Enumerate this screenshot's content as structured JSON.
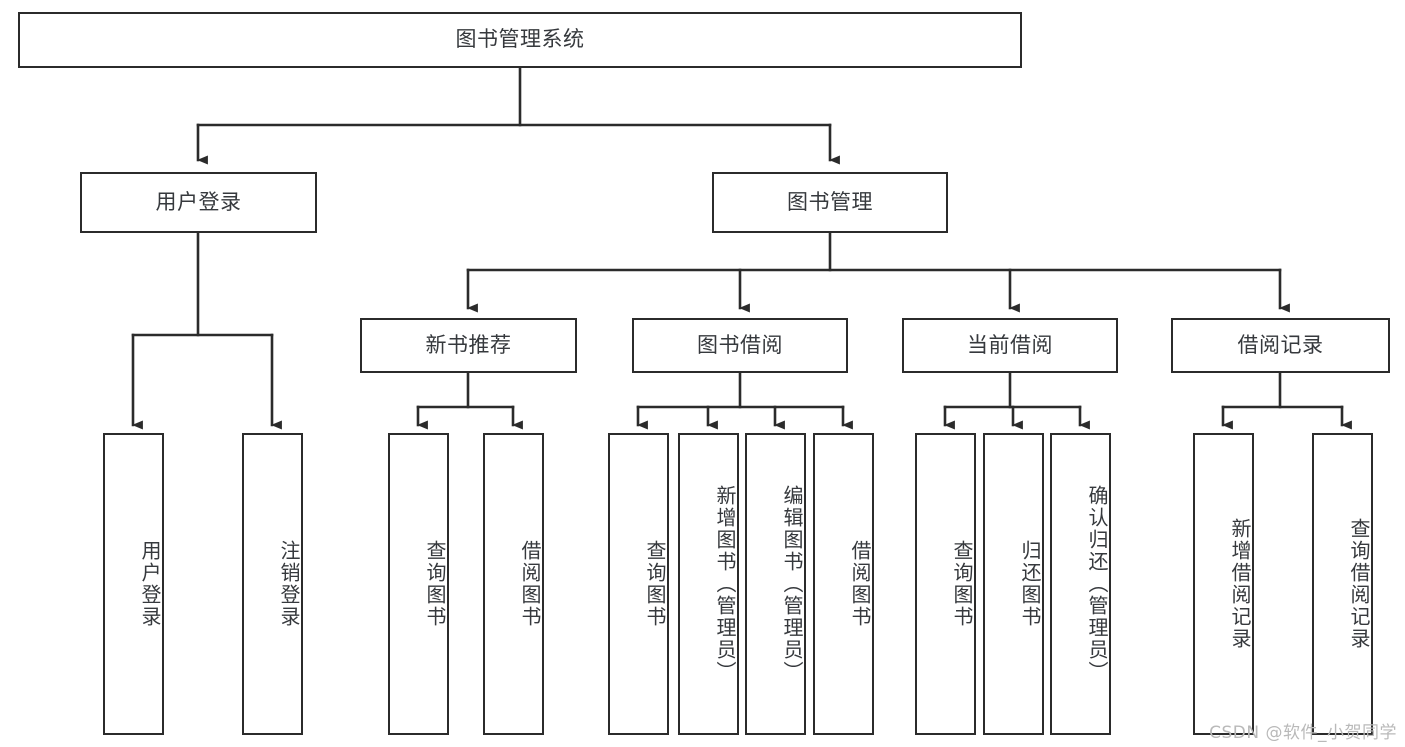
{
  "diagram": {
    "title": "图书管理系统",
    "type": "tree-hierarchy",
    "orientation": "top-down",
    "colors": {
      "box_border": "#2b2b2b",
      "box_fill": "#ffffff",
      "text": "#36393d",
      "edge": "#2b2b2b",
      "background": "#ffffff",
      "watermark": "#b9b9b9"
    }
  },
  "watermark": {
    "text": "CSDN @软件_小贺同学"
  },
  "nodes": {
    "root": {
      "label": "图书管理系统",
      "level": 1
    },
    "l2": [
      {
        "id": "user-login",
        "label": "用户登录",
        "level": 2
      },
      {
        "id": "book-manage",
        "label": "图书管理",
        "level": 2
      }
    ],
    "l3": [
      {
        "id": "new-book-recommend",
        "label": "新书推荐",
        "level": 3
      },
      {
        "id": "book-borrow",
        "label": "图书借阅",
        "level": 3
      },
      {
        "id": "current-borrow",
        "label": "当前借阅",
        "level": 3
      },
      {
        "id": "borrow-record",
        "label": "借阅记录",
        "level": 3
      }
    ],
    "leaves": {
      "user_login": [
        {
          "id": "leaf-user-login",
          "label": "用户登录"
        },
        {
          "id": "leaf-logout-login",
          "label": "注销登录"
        }
      ],
      "new_book_recommend": [
        {
          "id": "leaf-query-book-1",
          "label": "查询图书"
        },
        {
          "id": "leaf-borrow-book-1",
          "label": "借阅图书"
        }
      ],
      "book_borrow": [
        {
          "id": "leaf-query-book-2",
          "label": "查询图书"
        },
        {
          "id": "leaf-add-book",
          "label": "新增图书（管理员）"
        },
        {
          "id": "leaf-edit-book",
          "label": "编辑图书（管理员）"
        },
        {
          "id": "leaf-borrow-book-2",
          "label": "借阅图书"
        }
      ],
      "current_borrow": [
        {
          "id": "leaf-query-book-3",
          "label": "查询图书"
        },
        {
          "id": "leaf-return-book",
          "label": "归还图书"
        },
        {
          "id": "leaf-confirm-return",
          "label": "确认归还（管理员）"
        }
      ],
      "borrow_record": [
        {
          "id": "leaf-add-record",
          "label": "新增借阅记录"
        },
        {
          "id": "leaf-query-record",
          "label": "查询借阅记录"
        }
      ]
    }
  }
}
